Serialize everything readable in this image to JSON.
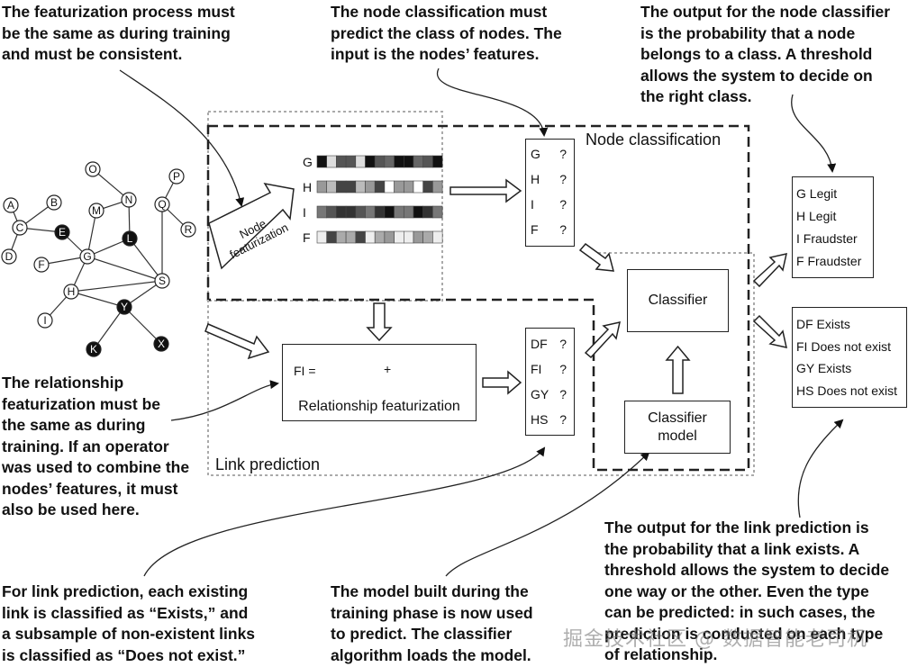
{
  "annotations": {
    "featurization": "The featurization process must\nbe the same as during training\nand must be consistent.",
    "node_classification": "The node classification must\npredict the class of nodes. The\ninput is the nodes’ features.",
    "node_output": "The output for the node classifier\nis the probability that a node\nbelongs to a class. A threshold\nallows the system to decide on\nthe right class.",
    "relationship_featurization": "The relationship\nfeaturization must be\nthe same as during\ntraining. If an operator\nwas used to combine the\nnodes’ features, it must\nalso be used here.",
    "link_prediction": "For link prediction, each existing\nlink is classified as “Exists,” and\na subsample of non-existent links\nis classified as “Does not exist.”",
    "model": "The model built during the\ntraining phase is now used\nto predict. The classifier\nalgorithm loads the model.",
    "link_output": "The output for the link prediction is\nthe probability that a link exists. A\nthreshold allows the system to decide\none way or the other. Even the type\ncan be predicted: in such cases, the\nprediction is conducted on each type\nof relationship."
  },
  "regions": {
    "node_classification": "Node classification",
    "link_prediction": "Link prediction"
  },
  "graph": {
    "nodes": [
      "A",
      "B",
      "C",
      "D",
      "E",
      "F",
      "G",
      "H",
      "I",
      "M",
      "N",
      "O",
      "L",
      "P",
      "Q",
      "R",
      "S",
      "Y",
      "K",
      "X"
    ],
    "dark_nodes": [
      "E",
      "L",
      "Y",
      "K",
      "X"
    ]
  },
  "node_featurization": {
    "label": "Node\nfeaturization",
    "rows": [
      "G",
      "H",
      "I",
      "F"
    ]
  },
  "node_queries": [
    {
      "key": "G",
      "val": "?"
    },
    {
      "key": "H",
      "val": "?"
    },
    {
      "key": "I",
      "val": "?"
    },
    {
      "key": "F",
      "val": "?"
    }
  ],
  "relationship_featurization": {
    "label": "Relationship featurization",
    "lhs": "FI =",
    "op": "+"
  },
  "link_queries": [
    {
      "key": "DF",
      "val": "?"
    },
    {
      "key": "FI",
      "val": "?"
    },
    {
      "key": "GY",
      "val": "?"
    },
    {
      "key": "HS",
      "val": "?"
    }
  ],
  "classifier": "Classifier",
  "classifier_model": "Classifier\nmodel",
  "node_outputs": [
    "G Legit",
    "H Legit",
    "I Fraudster",
    "F Fraudster"
  ],
  "link_outputs": [
    "DF Exists",
    "FI Does not exist",
    "GY Exists",
    "HS Does not exist"
  ],
  "watermark": "掘金技术社区 @ 数据智能老司机"
}
